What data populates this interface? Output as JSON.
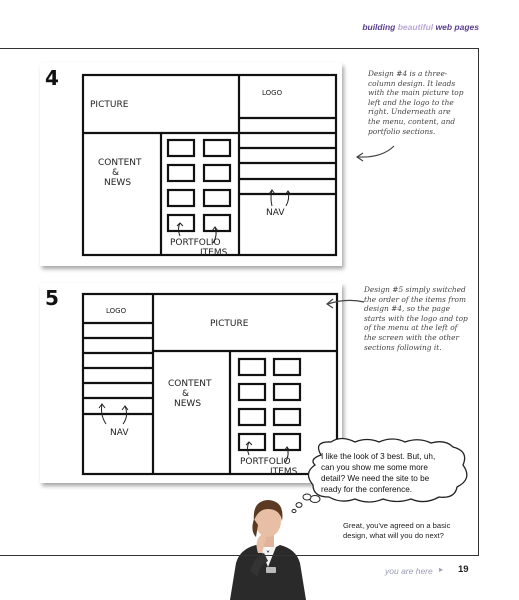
{
  "header": {
    "title_part1": "building",
    "title_part2": "beautiful",
    "title_part3": "web pages"
  },
  "design4": {
    "number": "4",
    "picture_label": "PICTURE",
    "logo_label": "LOGO",
    "content_label_line1": "CONTENT",
    "content_label_line2": "&",
    "content_label_line3": "NEWS",
    "nav_label": "NAV",
    "portfolio_label_line1": "PORTFOLIO",
    "portfolio_label_line2": "ITEMS",
    "note_lines": [
      "Design #4 is a three-",
      "column design. It leads",
      "with the main picture top",
      "left and the logo to the",
      "right. Underneath are",
      "the menu, content, and",
      "portfolio sections."
    ]
  },
  "design5": {
    "number": "5",
    "picture_label": "PICTURE",
    "logo_label": "LOGO",
    "content_label_line1": "CONTENT",
    "content_label_line2": "&",
    "content_label_line3": "NEWS",
    "nav_label": "NAV",
    "portfolio_label_line1": "PORTFOLIO",
    "portfolio_label_line2": "ITEMS",
    "note_lines": [
      "Design #5 simply switched",
      "the order of the items from",
      "design #4, so the page",
      "starts with the logo and top",
      "of the menu at the left of",
      "the screen with the other",
      "sections following it."
    ]
  },
  "bubble": {
    "text": "I like the look of 3 best. But, uh, can you show me some more detail? We need the site to be ready for the conference."
  },
  "caption": {
    "text": "Great, you've agreed on a basic design, what will you do next?"
  },
  "footer": {
    "label": "you are here",
    "arrow": "▸",
    "page_number": "19"
  }
}
